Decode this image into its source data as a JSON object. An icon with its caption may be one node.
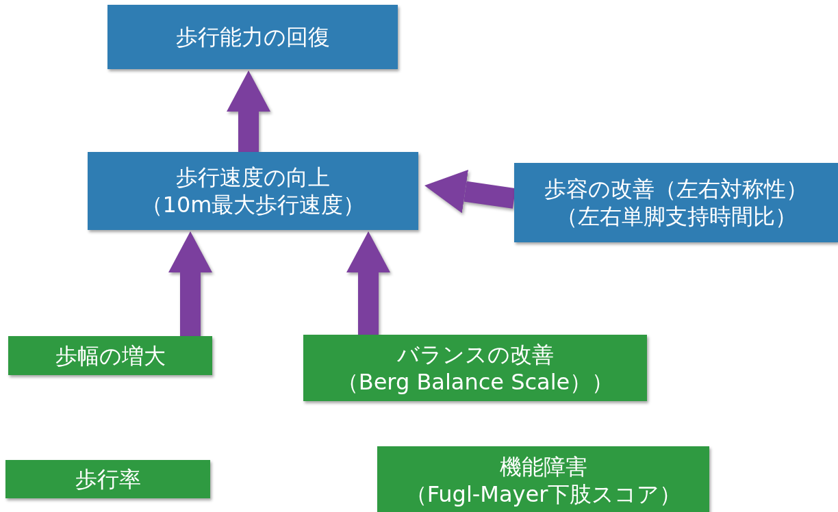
{
  "diagram": {
    "nodes": [
      {
        "text": [
          "歩行能力の回復"
        ]
      },
      {
        "text": [
          "歩行速度の向上",
          "（10m最大歩行速度）"
        ]
      },
      {
        "text": [
          "歩容の改善（左右対称性）",
          "（左右単脚支持時間比）"
        ]
      },
      {
        "text": [
          "歩幅の増大"
        ]
      },
      {
        "text": [
          "バランスの改善",
          "（Berg Balance Scale））"
        ]
      },
      {
        "text": [
          "歩行率"
        ]
      },
      {
        "text": [
          "機能障害",
          "（Fugl-Mayer下肢スコア）"
        ]
      }
    ],
    "edges": [
      {
        "from": 1,
        "to": 0,
        "arrow": "to"
      },
      {
        "from": 2,
        "to": 1,
        "arrow": "to"
      },
      {
        "from": 3,
        "to": 1,
        "arrow": "to"
      },
      {
        "from": 4,
        "to": 1,
        "arrow": "to"
      }
    ]
  }
}
